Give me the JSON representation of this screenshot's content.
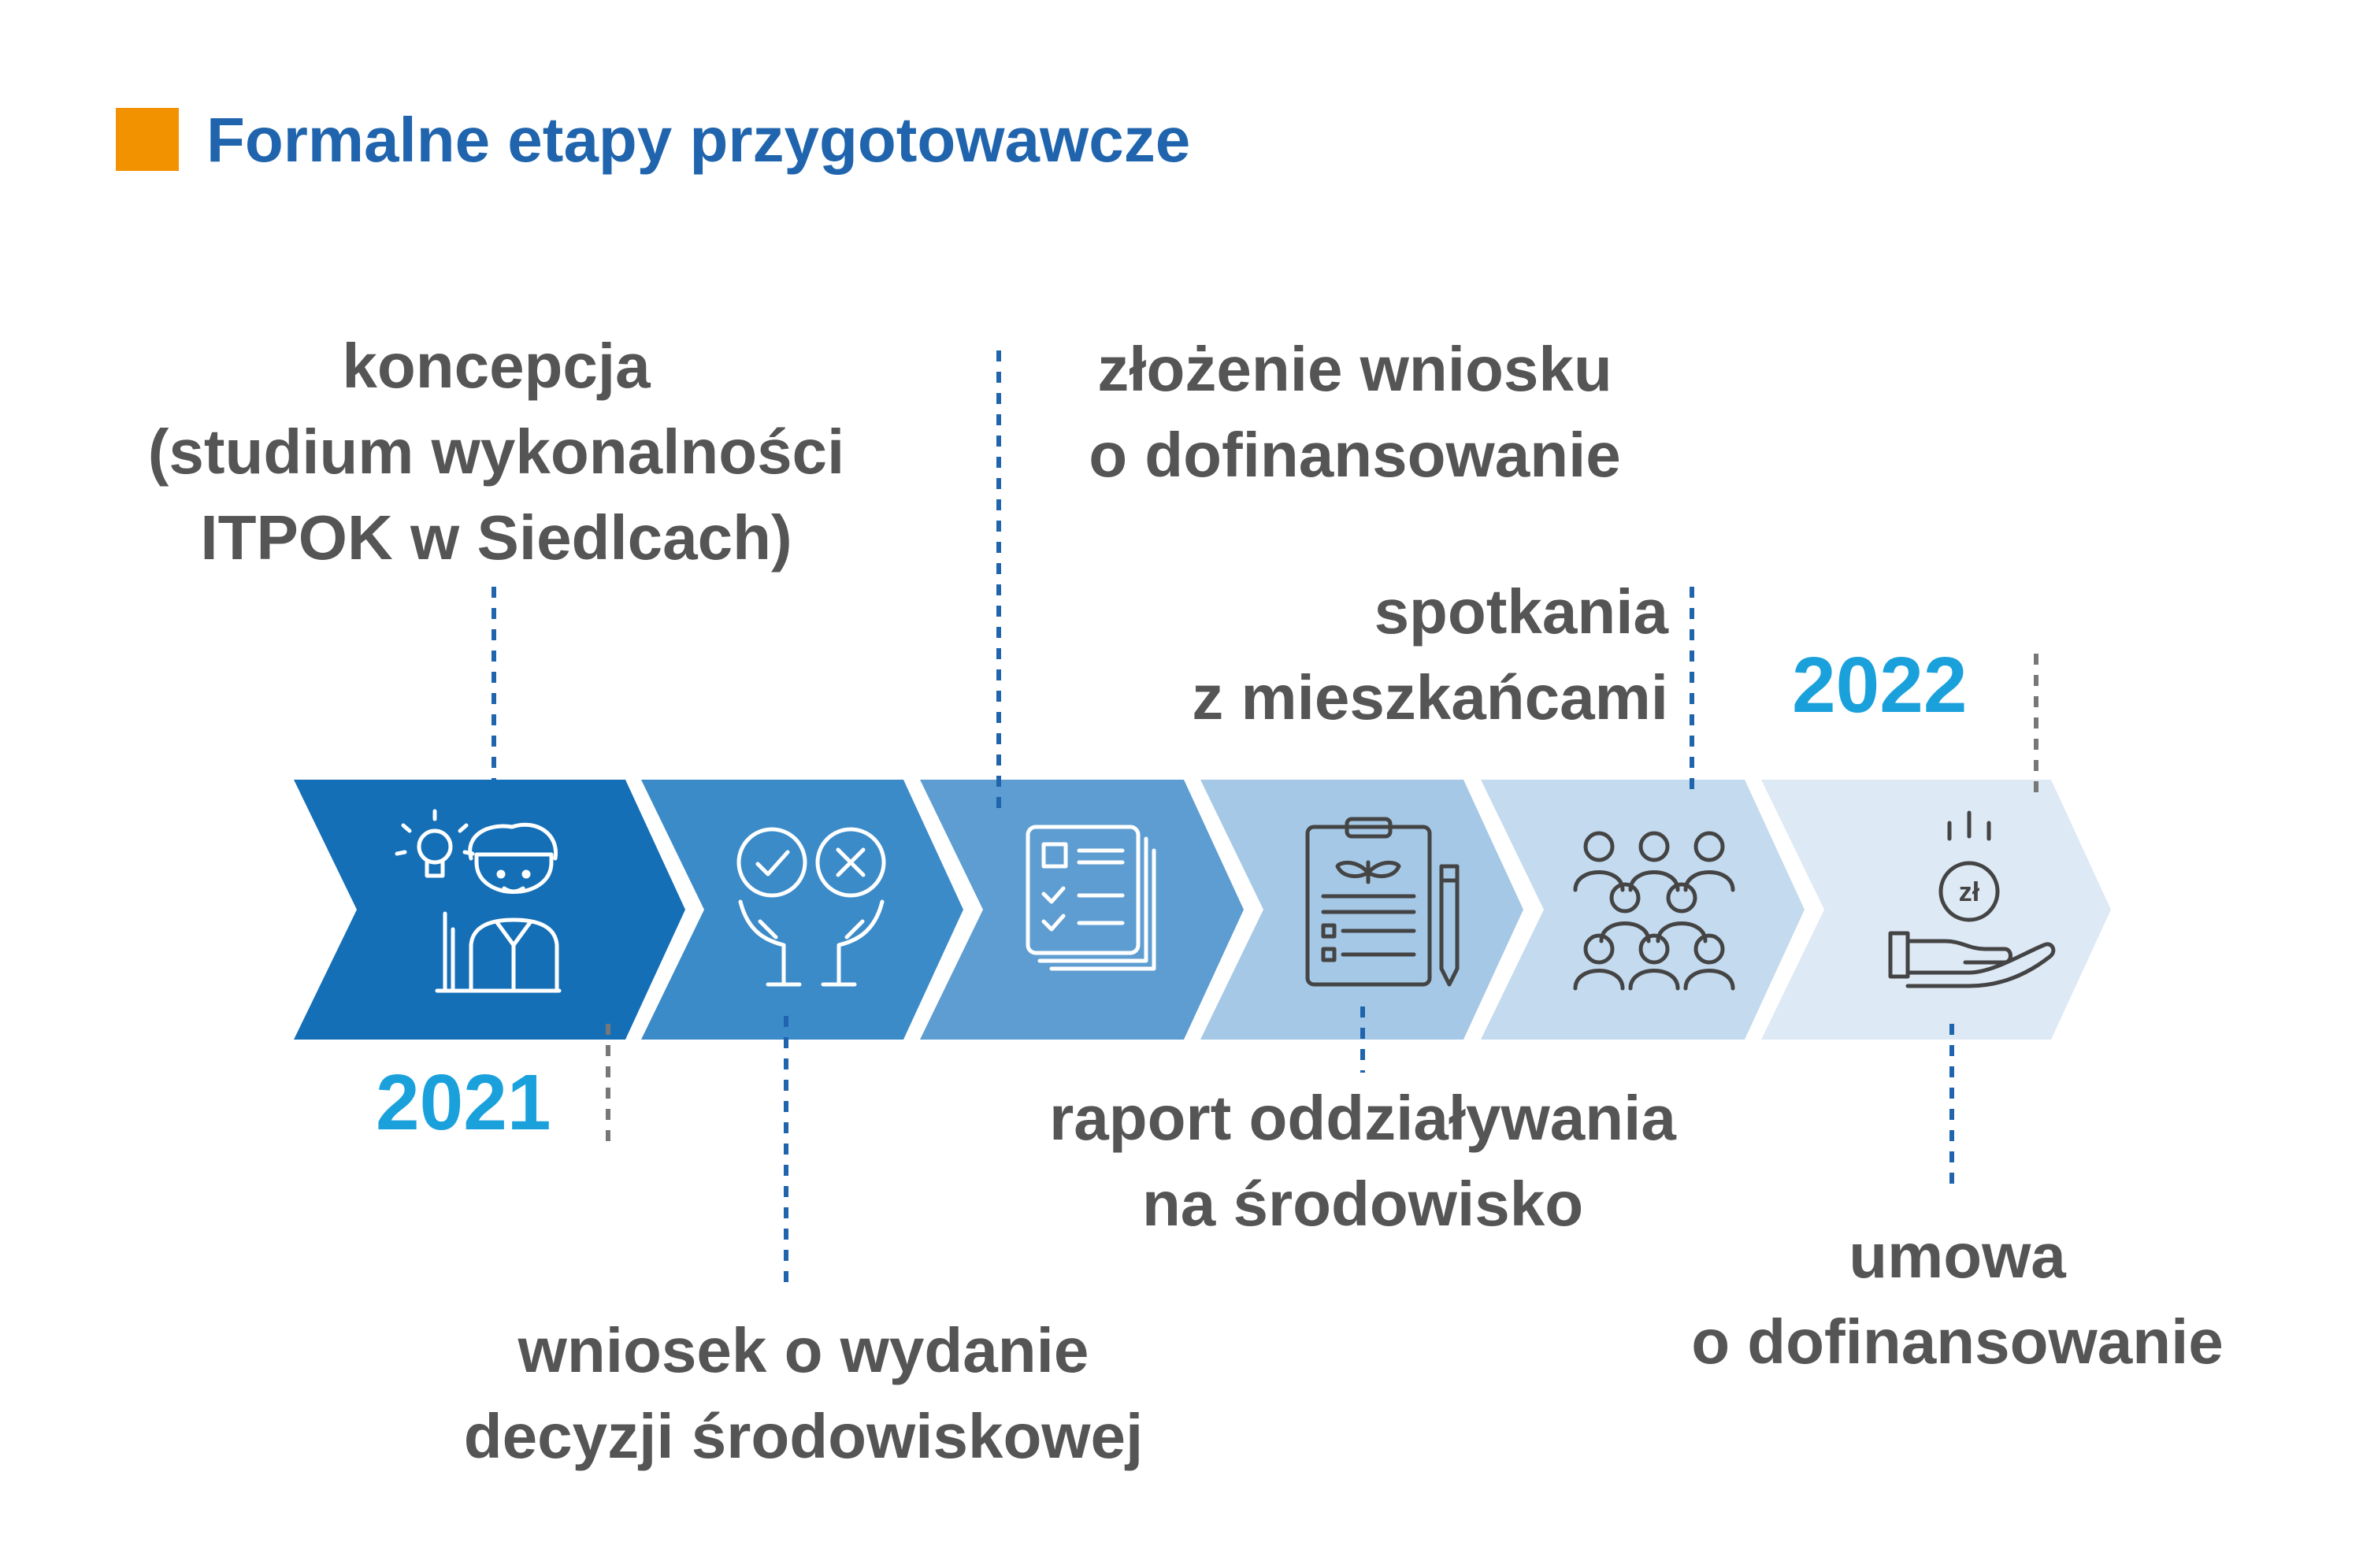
{
  "title": "Formalne etapy przygotowawcze",
  "colors": {
    "title": "#1f64ad",
    "accent_square": "#f39200",
    "label_text": "#555555",
    "year": "#1aa1dc",
    "connector_blue": "#1f64ad",
    "connector_gray": "#777777",
    "steps": [
      "#146fb7",
      "#3c8bc9",
      "#5e9dd1",
      "#a5c8e6",
      "#c4daee",
      "#dde9f5"
    ]
  },
  "years": {
    "start": "2021",
    "end": "2022"
  },
  "steps": [
    {
      "icon": "entrepreneur-idea-icon"
    },
    {
      "icon": "hands-approve-reject-icon"
    },
    {
      "icon": "documents-checklist-icon"
    },
    {
      "icon": "clipboard-plant-report-icon"
    },
    {
      "icon": "people-group-icon"
    },
    {
      "icon": "hand-coin-zloty-icon",
      "coin_text": "zł"
    }
  ],
  "labels": {
    "koncepcja": [
      "koncepcja",
      "(studium wykonalności",
      "ITPOK w Siedlcach)"
    ],
    "zlozenie": [
      "złożenie wniosku",
      "o dofinansowanie"
    ],
    "spotkania": [
      "spotkania",
      "z mieszkańcami"
    ],
    "raport": [
      "raport oddziaływania",
      "na środowisko"
    ],
    "wniosek": [
      "wniosek o wydanie",
      "decyzji środowiskowej"
    ],
    "umowa": [
      "umowa",
      "o dofinansowanie"
    ]
  }
}
